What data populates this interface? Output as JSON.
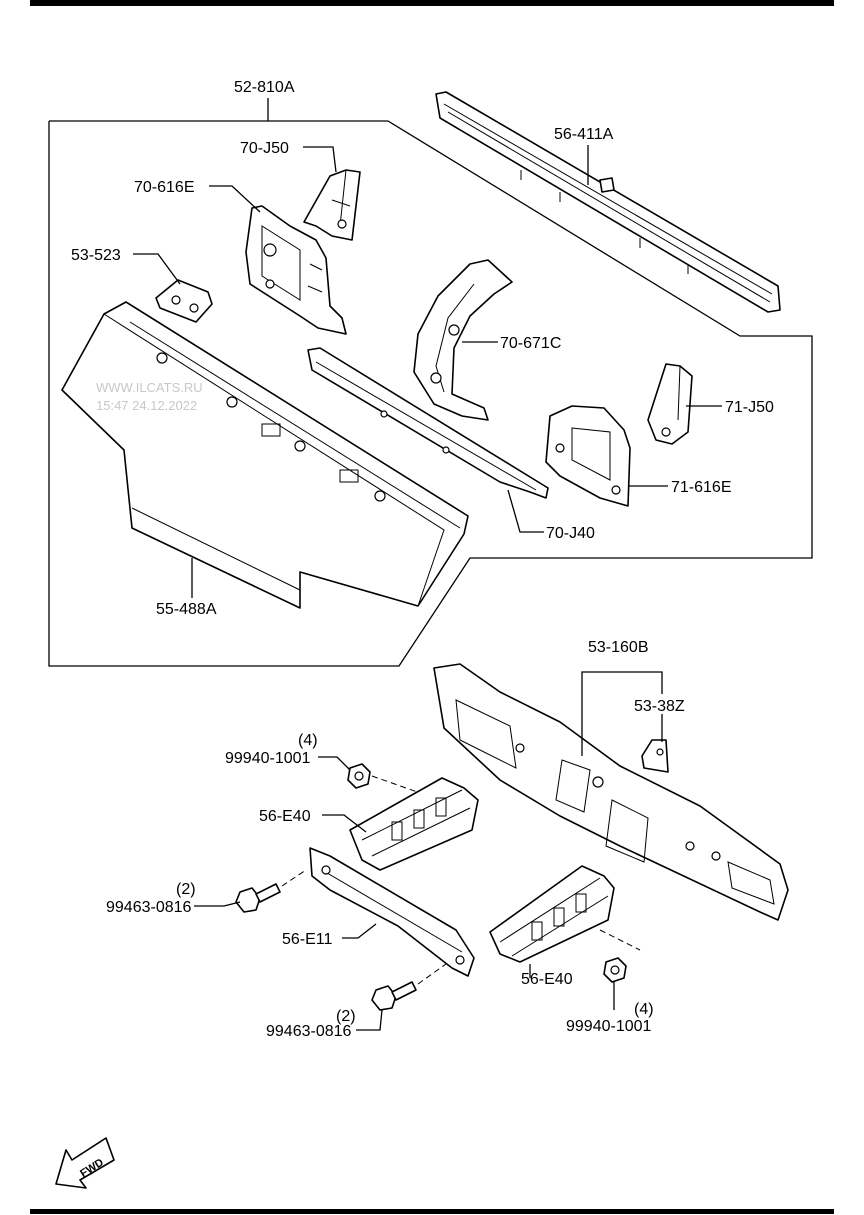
{
  "labels": {
    "l_52_810A": "52-810A",
    "l_56_411A": "56-411A",
    "l_70_J50": "70-J50",
    "l_70_616E": "70-616E",
    "l_53_523": "53-523",
    "l_70_671C": "70-671C",
    "l_71_J50": "71-J50",
    "l_71_616E": "71-616E",
    "l_70_J40": "70-J40",
    "l_55_488A": "55-488A",
    "l_53_160B": "53-160B",
    "l_53_38Z": "53-38Z",
    "q_nut_left": "(4)",
    "l_99940_left": "99940-1001",
    "l_56_E40_left": "56-E40",
    "q_bolt_upper": "(2)",
    "l_99463_upper": "99463-0816",
    "l_56_E11": "56-E11",
    "l_56_E40_right": "56-E40",
    "q_bolt_lower": "(2)",
    "l_99463_lower": "99463-0816",
    "q_nut_right": "(4)",
    "l_99940_right": "99940-1001"
  },
  "watermark": {
    "line1": "WWW.ILCATS.RU",
    "line2": "15:47 24.12.2022"
  },
  "fwd_label": "FWD"
}
